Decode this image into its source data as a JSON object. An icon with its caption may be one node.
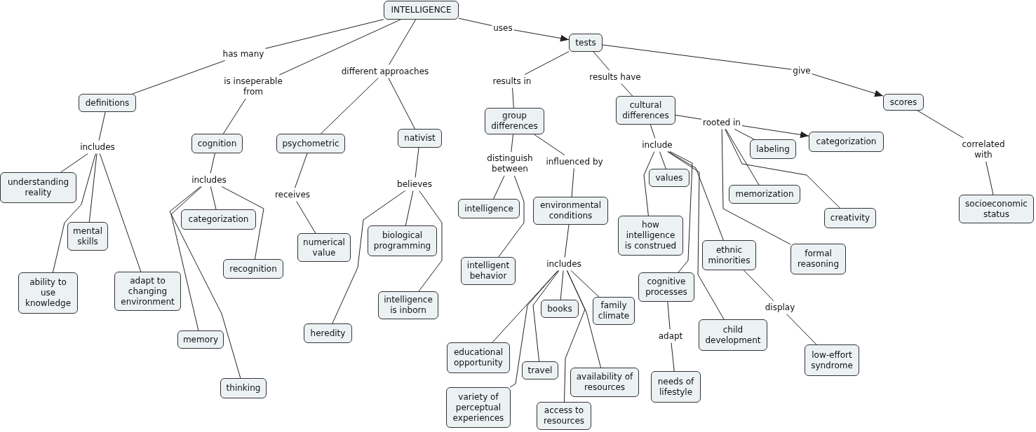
{
  "diagram": {
    "nodes": [
      {
        "text": [
          "INTELLIGENCE"
        ]
      },
      {
        "text": [
          "uses"
        ]
      },
      {
        "text": [
          "tests"
        ]
      },
      {
        "text": [
          "has many"
        ]
      },
      {
        "text": [
          "different approaches"
        ]
      },
      {
        "text": [
          "give"
        ]
      },
      {
        "text": [
          "results have"
        ]
      },
      {
        "text": [
          "results in"
        ]
      },
      {
        "text": [
          "is inseperable from"
        ]
      },
      {
        "text": [
          "definitions"
        ]
      },
      {
        "text": [
          "scores"
        ]
      },
      {
        "text": [
          "cultural differences"
        ]
      },
      {
        "text": [
          "group differences"
        ]
      },
      {
        "text": [
          "rooted in"
        ]
      },
      {
        "text": [
          "nativist"
        ]
      },
      {
        "text": [
          "categorization"
        ]
      },
      {
        "text": [
          "cognition"
        ]
      },
      {
        "text": [
          "psychometric"
        ]
      },
      {
        "text": [
          "labeling"
        ]
      },
      {
        "text": [
          "include"
        ]
      },
      {
        "text": [
          "includes"
        ]
      },
      {
        "text": [
          "correlated with"
        ]
      },
      {
        "text": [
          "influenced by"
        ]
      },
      {
        "text": [
          "distinguish between"
        ]
      },
      {
        "text": [
          "values"
        ]
      },
      {
        "text": [
          "understanding reality"
        ]
      },
      {
        "text": [
          "includes"
        ]
      },
      {
        "text": [
          "believes"
        ]
      },
      {
        "text": [
          "memorization"
        ]
      },
      {
        "text": [
          "receives"
        ]
      },
      {
        "text": [
          "socioeconomic status"
        ]
      },
      {
        "text": [
          "environmental conditions"
        ]
      },
      {
        "text": [
          "intelligence"
        ]
      },
      {
        "text": [
          "categorization"
        ]
      },
      {
        "text": [
          "creativity"
        ]
      },
      {
        "text": [
          "how intelligence is construed"
        ]
      },
      {
        "text": [
          "mental skills"
        ]
      },
      {
        "text": [
          "biological programming"
        ]
      },
      {
        "text": [
          "numerical value"
        ]
      },
      {
        "text": [
          "ethnic minorities"
        ]
      },
      {
        "text": [
          "formal reasoning"
        ]
      },
      {
        "text": [
          "intelligent behavior"
        ]
      },
      {
        "text": [
          "recognition"
        ]
      },
      {
        "text": [
          "includes"
        ]
      },
      {
        "text": [
          "adapt to changing environment"
        ]
      },
      {
        "text": [
          "ability to use knowledge"
        ]
      },
      {
        "text": [
          "cognitive processes"
        ]
      },
      {
        "text": [
          "intelligence is inborn"
        ]
      },
      {
        "text": [
          "family climate"
        ]
      },
      {
        "text": [
          "books"
        ]
      },
      {
        "text": [
          "display"
        ]
      },
      {
        "text": [
          "child development"
        ]
      },
      {
        "text": [
          "heredity"
        ]
      },
      {
        "text": [
          "memory"
        ]
      },
      {
        "text": [
          "adapt"
        ]
      },
      {
        "text": [
          "educational opportunity"
        ]
      },
      {
        "text": [
          "low-effort syndrome"
        ]
      },
      {
        "text": [
          "travel"
        ]
      },
      {
        "text": [
          "availability of resources"
        ]
      },
      {
        "text": [
          "needs of lifestyle"
        ]
      },
      {
        "text": [
          "thinking"
        ]
      },
      {
        "text": [
          "variety of perceptual experiences"
        ]
      },
      {
        "text": [
          "access to resources"
        ]
      }
    ],
    "edges": [
      {
        "from": 0,
        "to": 1,
        "arrow": "none"
      },
      {
        "from": 1,
        "to": 2,
        "arrow": "to"
      },
      {
        "from": 0,
        "to": 3,
        "arrow": "none"
      },
      {
        "from": 3,
        "to": 9,
        "arrow": "none"
      },
      {
        "from": 0,
        "to": 8,
        "arrow": "none"
      },
      {
        "from": 8,
        "to": 16,
        "arrow": "none"
      },
      {
        "from": 0,
        "to": 4,
        "arrow": "none"
      },
      {
        "from": 4,
        "to": 17,
        "arrow": "none"
      },
      {
        "from": 4,
        "to": 14,
        "arrow": "none"
      },
      {
        "from": 2,
        "to": 7,
        "arrow": "none"
      },
      {
        "from": 7,
        "to": 12,
        "arrow": "none"
      },
      {
        "from": 2,
        "to": 6,
        "arrow": "none"
      },
      {
        "from": 6,
        "to": 11,
        "arrow": "none"
      },
      {
        "from": 2,
        "to": 5,
        "arrow": "none"
      },
      {
        "from": 5,
        "to": 10,
        "arrow": "to"
      },
      {
        "from": 9,
        "to": 20,
        "arrow": "none"
      },
      {
        "from": 20,
        "to": 25,
        "arrow": "none"
      },
      {
        "from": 20,
        "to": 36,
        "arrow": "none"
      },
      {
        "from": 20,
        "to": 45,
        "arrow": "none"
      },
      {
        "from": 20,
        "to": 44,
        "arrow": "none"
      },
      {
        "from": 16,
        "to": 26,
        "arrow": "none"
      },
      {
        "from": 26,
        "to": 33,
        "arrow": "none"
      },
      {
        "from": 26,
        "to": 42,
        "arrow": "none"
      },
      {
        "from": 26,
        "to": 53,
        "arrow": "none"
      },
      {
        "from": 26,
        "to": 60,
        "arrow": "none"
      },
      {
        "from": 17,
        "to": 29,
        "arrow": "none"
      },
      {
        "from": 29,
        "to": 38,
        "arrow": "none"
      },
      {
        "from": 14,
        "to": 27,
        "arrow": "none"
      },
      {
        "from": 27,
        "to": 37,
        "arrow": "none"
      },
      {
        "from": 27,
        "to": 47,
        "arrow": "none"
      },
      {
        "from": 27,
        "to": 52,
        "arrow": "none"
      },
      {
        "from": 12,
        "to": 23,
        "arrow": "none"
      },
      {
        "from": 23,
        "to": 32,
        "arrow": "none"
      },
      {
        "from": 23,
        "to": 41,
        "arrow": "none"
      },
      {
        "from": 12,
        "to": 22,
        "arrow": "none"
      },
      {
        "from": 22,
        "to": 31,
        "arrow": "none"
      },
      {
        "from": 31,
        "to": 43,
        "arrow": "none"
      },
      {
        "from": 43,
        "to": 55,
        "arrow": "none"
      },
      {
        "from": 43,
        "to": 61,
        "arrow": "none"
      },
      {
        "from": 43,
        "to": 49,
        "arrow": "none"
      },
      {
        "from": 43,
        "to": 57,
        "arrow": "none"
      },
      {
        "from": 43,
        "to": 62,
        "arrow": "none"
      },
      {
        "from": 43,
        "to": 58,
        "arrow": "none"
      },
      {
        "from": 43,
        "to": 48,
        "arrow": "none"
      },
      {
        "from": 11,
        "to": 19,
        "arrow": "none"
      },
      {
        "from": 19,
        "to": 24,
        "arrow": "none"
      },
      {
        "from": 19,
        "to": 35,
        "arrow": "none"
      },
      {
        "from": 19,
        "to": 46,
        "arrow": "none"
      },
      {
        "from": 19,
        "to": 39,
        "arrow": "none"
      },
      {
        "from": 19,
        "to": 51,
        "arrow": "none"
      },
      {
        "from": 46,
        "to": 54,
        "arrow": "none"
      },
      {
        "from": 54,
        "to": 59,
        "arrow": "none"
      },
      {
        "from": 39,
        "to": 50,
        "arrow": "none"
      },
      {
        "from": 50,
        "to": 56,
        "arrow": "none"
      },
      {
        "from": 11,
        "to": 13,
        "arrow": "none"
      },
      {
        "from": 13,
        "to": 15,
        "arrow": "to"
      },
      {
        "from": 13,
        "to": 18,
        "arrow": "none"
      },
      {
        "from": 13,
        "to": 34,
        "arrow": "none"
      },
      {
        "from": 13,
        "to": 28,
        "arrow": "none"
      },
      {
        "from": 13,
        "to": 40,
        "arrow": "none"
      },
      {
        "from": 10,
        "to": 21,
        "arrow": "none"
      },
      {
        "from": 21,
        "to": 30,
        "arrow": "none"
      }
    ]
  }
}
